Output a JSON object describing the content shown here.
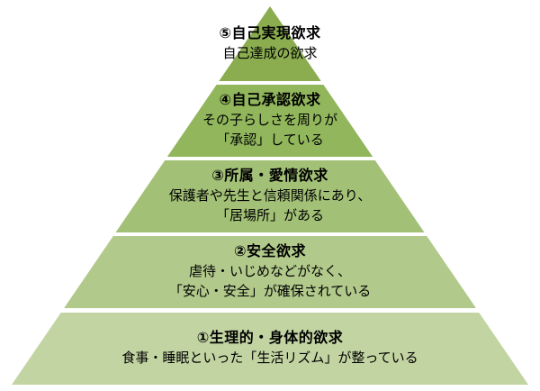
{
  "pyramid": {
    "background": "#FFFFFF",
    "text_color": "#000000",
    "levels": [
      {
        "heading": "⑤自己実現欲求",
        "lines": [
          "自己達成の欲求"
        ],
        "color": "#8BAD50"
      },
      {
        "heading": "④自己承認欲求",
        "lines": [
          "その子らしさを周りが",
          "「承認」している"
        ],
        "color": "#91B65C"
      },
      {
        "heading": "③所属・愛情欲求",
        "lines": [
          "保護者や先生と信頼関係にあり、",
          "「居場所」がある"
        ],
        "color": "#A2C076"
      },
      {
        "heading": "②安全欲求",
        "lines": [
          "虐待・いじめなどがなく、",
          "「安心・安全」が確保されている"
        ],
        "color": "#B1C98B"
      },
      {
        "heading": "①生理的・身体的欲求",
        "lines": [
          "食事・睡眠といった「生活リズム」が整っている"
        ],
        "color": "#C2D4A2"
      }
    ]
  }
}
